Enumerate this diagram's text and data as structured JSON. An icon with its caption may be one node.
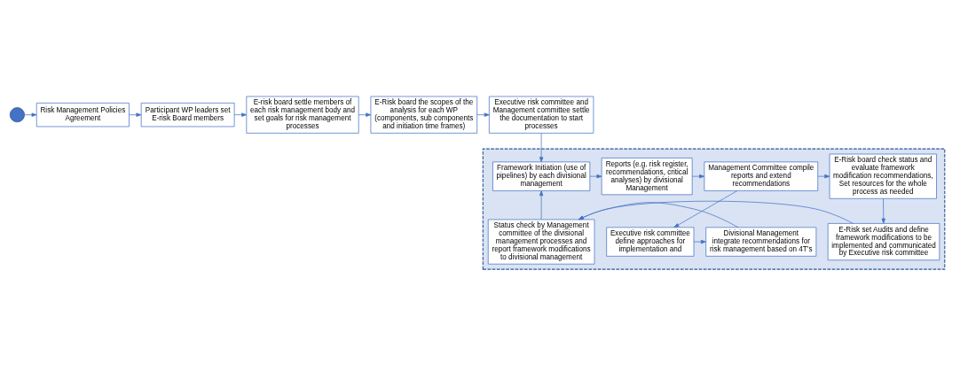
{
  "diagram": {
    "nodes": [
      {
        "text": [],
        "shape": "circle"
      },
      {
        "text": [
          "Risk Management Policies Agreement"
        ]
      },
      {
        "text": [
          "Participant WP leaders set E-risk Board members"
        ]
      },
      {
        "text": [
          "E-risk board settle members of each risk management body and set goals for risk management processes"
        ]
      },
      {
        "text": [
          "E-Risk board the scopes of the analysis for each WP (components, sub components and initiation time frames)"
        ]
      },
      {
        "text": [
          "Executive risk committee and Management committee settle the documentation to start processes"
        ]
      },
      {
        "text": [],
        "shape": "box"
      },
      {
        "text": [
          "E-Risk board check status and evaluate framework modification recommendations, Set resources for the whole process as needed"
        ],
        "in": 6
      },
      {
        "text": [
          "Management Committee compile reports and extend recommendations"
        ],
        "in": 6
      },
      {
        "text": [
          "Reports (e.g. risk register, recommendations, critical analyses) by divisional Management"
        ],
        "in": 6
      },
      {
        "text": [
          "Framework Initiation (use of pipelines) by each divisional management"
        ],
        "in": 6
      },
      {
        "text": [
          "E-Risk set Audits and define framework modifications to be implemented and communicated by Executive risk committee"
        ],
        "in": 6
      },
      {
        "text": [
          "Executive risk committee define approaches for implementation and"
        ],
        "in": 6
      },
      {
        "text": [
          "Divisional Management integrate recommendations for risk management based on 4T’s"
        ],
        "in": 6
      },
      {
        "text": [
          "Status check by Management committee of the divisional management processes and report framework modifications to divisional management"
        ],
        "in": 6
      }
    ],
    "edges": [
      {
        "from": 0,
        "to": 1,
        "arrow": "to"
      },
      {
        "from": 1,
        "to": 2,
        "arrow": "to"
      },
      {
        "from": 2,
        "to": 3,
        "arrow": "to"
      },
      {
        "from": 3,
        "to": 4,
        "arrow": "to"
      },
      {
        "from": 4,
        "to": 5,
        "arrow": "to"
      },
      {
        "from": 5,
        "to": 10,
        "arrow": "to"
      },
      {
        "from": 10,
        "to": 9,
        "arrow": "to"
      },
      {
        "from": 9,
        "to": 8,
        "arrow": "to"
      },
      {
        "from": 8,
        "to": 7,
        "arrow": "to"
      },
      {
        "from": 7,
        "to": 11,
        "arrow": "to"
      },
      {
        "from": 8,
        "to": 12,
        "arrow": "to"
      },
      {
        "from": 12,
        "to": 13,
        "arrow": "to"
      },
      {
        "from": 13,
        "to": 14,
        "arrow": "to"
      },
      {
        "from": 11,
        "to": 14,
        "arrow": "to"
      },
      {
        "from": 14,
        "to": 10,
        "arrow": "to"
      }
    ]
  }
}
